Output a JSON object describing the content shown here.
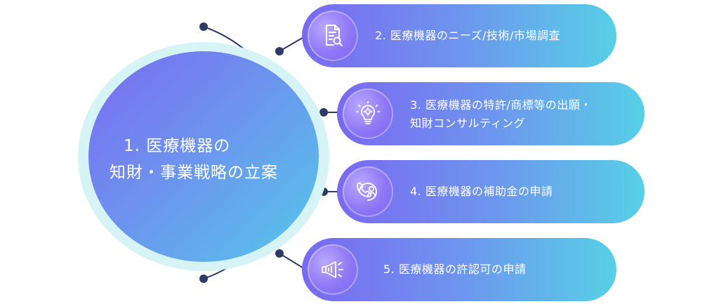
{
  "center": {
    "line1": "1. 医療機器の",
    "line2": "知財・事業戦略の立案"
  },
  "items": [
    {
      "label": "2. 医療機器のニーズ/技術/市場調査",
      "icon": "document-search-icon"
    },
    {
      "label_line1": "3. 医療機器の特許/商標等の出願・",
      "label_line2": "知財コンサルティング",
      "icon": "lightbulb-gear-icon"
    },
    {
      "label": "4. 医療機器の補助金の申請",
      "icon": "support-phone-icon"
    },
    {
      "label": "5. 医療機器の許認可の申請",
      "icon": "megaphone-icon"
    }
  ],
  "colors": {
    "gradient_start": "#7a69f0",
    "gradient_end": "#57d0e6",
    "ring": "#d6f3f6",
    "connector": "#2e3a66"
  }
}
